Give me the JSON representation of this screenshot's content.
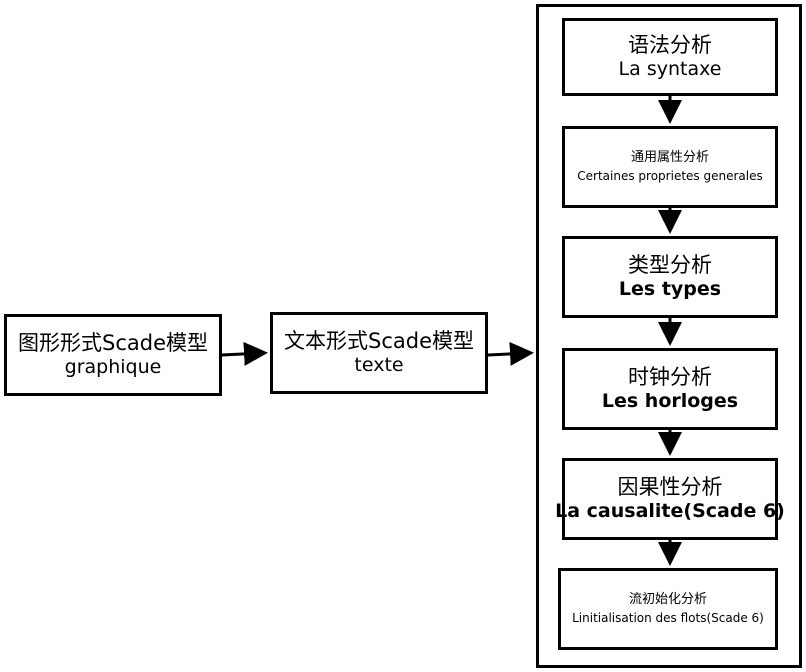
{
  "left": {
    "graphique": {
      "zh": "图形形式Scade模型",
      "fr": "graphique"
    },
    "texte": {
      "zh": "文本形式Scade模型",
      "fr": "texte"
    }
  },
  "stages": [
    {
      "zh": "语法分析",
      "fr": "La syntaxe"
    },
    {
      "zh": "通用属性分析",
      "fr": "Certaines proprietes generales"
    },
    {
      "zh": "类型分析",
      "fr": "Les types"
    },
    {
      "zh": "时钟分析",
      "fr": "Les horloges"
    },
    {
      "zh": "因果性分析",
      "fr": "La causalite(Scade 6)"
    },
    {
      "zh": "流初始化分析",
      "fr": "Linitialisation des flots(Scade 6)"
    }
  ]
}
